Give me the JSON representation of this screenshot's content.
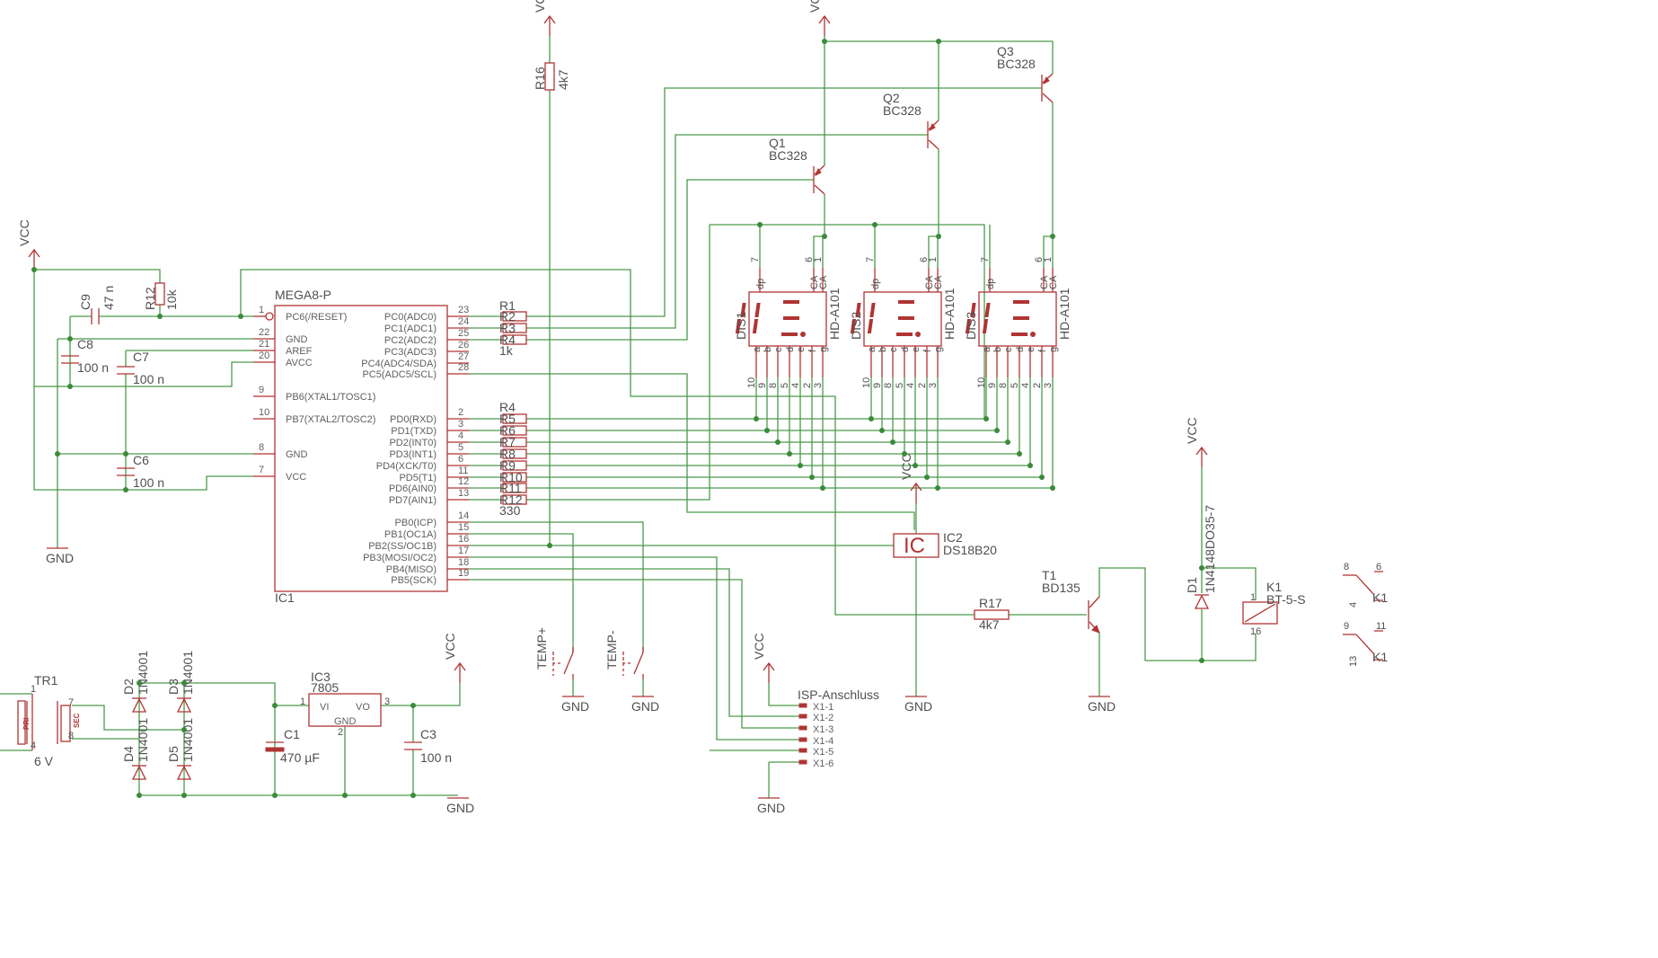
{
  "power": {
    "vcc": "VCC",
    "gnd": "GND"
  },
  "mcu": {
    "name": "MEGA8-P",
    "ref": "IC1",
    "left_pins": [
      {
        "num": "1",
        "label": "PC6(/RESET)"
      },
      {
        "num": "22",
        "label": "GND"
      },
      {
        "num": "21",
        "label": "AREF"
      },
      {
        "num": "20",
        "label": "AVCC"
      },
      {
        "num": "9",
        "label": "PB6(XTAL1/TOSC1)"
      },
      {
        "num": "10",
        "label": "PB7(XTAL2/TOSC2)"
      },
      {
        "num": "8",
        "label": "GND"
      },
      {
        "num": "7",
        "label": "VCC"
      }
    ],
    "right_pins": [
      {
        "num": "23",
        "label": "PC0(ADC0)"
      },
      {
        "num": "24",
        "label": "PC1(ADC1)"
      },
      {
        "num": "25",
        "label": "PC2(ADC2)"
      },
      {
        "num": "26",
        "label": "PC3(ADC3)"
      },
      {
        "num": "27",
        "label": "PC4(ADC4/SDA)"
      },
      {
        "num": "28",
        "label": "PC5(ADC5/SCL)"
      },
      {
        "num": "2",
        "label": "PD0(RXD)"
      },
      {
        "num": "3",
        "label": "PD1(TXD)"
      },
      {
        "num": "4",
        "label": "PD2(INT0)"
      },
      {
        "num": "5",
        "label": "PD3(INT1)"
      },
      {
        "num": "6",
        "label": "PD4(XCK/T0)"
      },
      {
        "num": "11",
        "label": "PD5(T1)"
      },
      {
        "num": "12",
        "label": "PD6(AIN0)"
      },
      {
        "num": "13",
        "label": "PD7(AIN1)"
      },
      {
        "num": "14",
        "label": "PB0(ICP)"
      },
      {
        "num": "15",
        "label": "PB1(OC1A)"
      },
      {
        "num": "16",
        "label": "PB2(SS/OC1B)"
      },
      {
        "num": "17",
        "label": "PB3(MOSI/OC2)"
      },
      {
        "num": "18",
        "label": "PB4(MISO)"
      },
      {
        "num": "19",
        "label": "PB5(SCK)"
      }
    ]
  },
  "resistor_top": {
    "refs": [
      "R1",
      "R2",
      "R3",
      "R4"
    ],
    "value": "1k"
  },
  "resistor_seg": {
    "first": "R4",
    "refs": [
      "R5",
      "R6",
      "R7",
      "R8",
      "R9",
      "R10",
      "R11",
      "R12"
    ],
    "value": "330"
  },
  "passives": {
    "r12": {
      "ref": "R12",
      "value": "10k"
    },
    "r16": {
      "ref": "R16",
      "value": "4k7"
    },
    "r17": {
      "ref": "R17",
      "value": "4k7"
    },
    "c9": {
      "ref": "C9",
      "value": "47 n"
    },
    "c8": {
      "ref": "C8",
      "value": "100 n"
    },
    "c7": {
      "ref": "C7",
      "value": "100 n"
    },
    "c6": {
      "ref": "C6",
      "value": "100 n"
    },
    "c1": {
      "ref": "C1",
      "value": "470 µF"
    },
    "c3": {
      "ref": "C3",
      "value": "100 n"
    }
  },
  "transistors": [
    {
      "ref": "Q1",
      "type": "BC328"
    },
    {
      "ref": "Q2",
      "type": "BC328"
    },
    {
      "ref": "Q3",
      "type": "BC328"
    }
  ],
  "displays": [
    {
      "ref": "DIS1",
      "type": "HD-A101",
      "digit": "8"
    },
    {
      "ref": "DIS2",
      "type": "HD-A101",
      "digit": "8"
    },
    {
      "ref": "DIS3",
      "type": "HD-A101",
      "digit": "8"
    }
  ],
  "display_pins": {
    "top": [
      {
        "num": "7",
        "label": "dp"
      },
      {
        "num": "6",
        "label": "CA"
      },
      {
        "num": "1",
        "label": "CA"
      }
    ],
    "bottom": [
      {
        "num": "10",
        "label": "a"
      },
      {
        "num": "9",
        "label": "b"
      },
      {
        "num": "8",
        "label": "c"
      },
      {
        "num": "5",
        "label": "d"
      },
      {
        "num": "4",
        "label": "e"
      },
      {
        "num": "2",
        "label": "f"
      },
      {
        "num": "3",
        "label": "g"
      }
    ]
  },
  "sensor": {
    "symbol": "IC",
    "ref": "IC2",
    "type": "DS18B20"
  },
  "driver": {
    "ref": "T1",
    "type": "BD135"
  },
  "relay_diode": {
    "ref": "D1",
    "type": "1N4148DO35-7"
  },
  "relay": {
    "ref": "K1",
    "type": "BT-5-S",
    "pin_top": "1",
    "pin_bottom": "16",
    "contacts": [
      {
        "ref": "K1",
        "pins": [
          "8",
          "6",
          "4"
        ]
      },
      {
        "ref": "K1",
        "pins": [
          "9",
          "11",
          "13"
        ]
      }
    ]
  },
  "buttons": [
    {
      "label": "TEMP+"
    },
    {
      "label": "TEMP-"
    }
  ],
  "isp": {
    "title": "ISP-Anschluss",
    "pins": [
      "X1-1",
      "X1-2",
      "X1-3",
      "X1-4",
      "X1-5",
      "X1-6"
    ]
  },
  "psu": {
    "transformer": {
      "ref": "TR1",
      "volt": "6 V",
      "pri": "PRI",
      "sec": "SEC",
      "pins": [
        "1",
        "4",
        "7",
        "8"
      ]
    },
    "diodes": [
      {
        "ref": "D2",
        "type": "1N4001"
      },
      {
        "ref": "D3",
        "type": "1N4001"
      },
      {
        "ref": "D4",
        "type": "1N4001"
      },
      {
        "ref": "D5",
        "type": "1N4001"
      }
    ],
    "regulator": {
      "ref": "IC3",
      "type": "7805",
      "vi": "VI",
      "vo": "VO",
      "gnd": "GND",
      "pin_in": "1",
      "pin_gnd": "2",
      "pin_out": "3"
    }
  },
  "colors": {
    "wire": "#4a9a4a",
    "part": "#b03434",
    "text": "#505050",
    "junction": "#3a8a3a"
  }
}
